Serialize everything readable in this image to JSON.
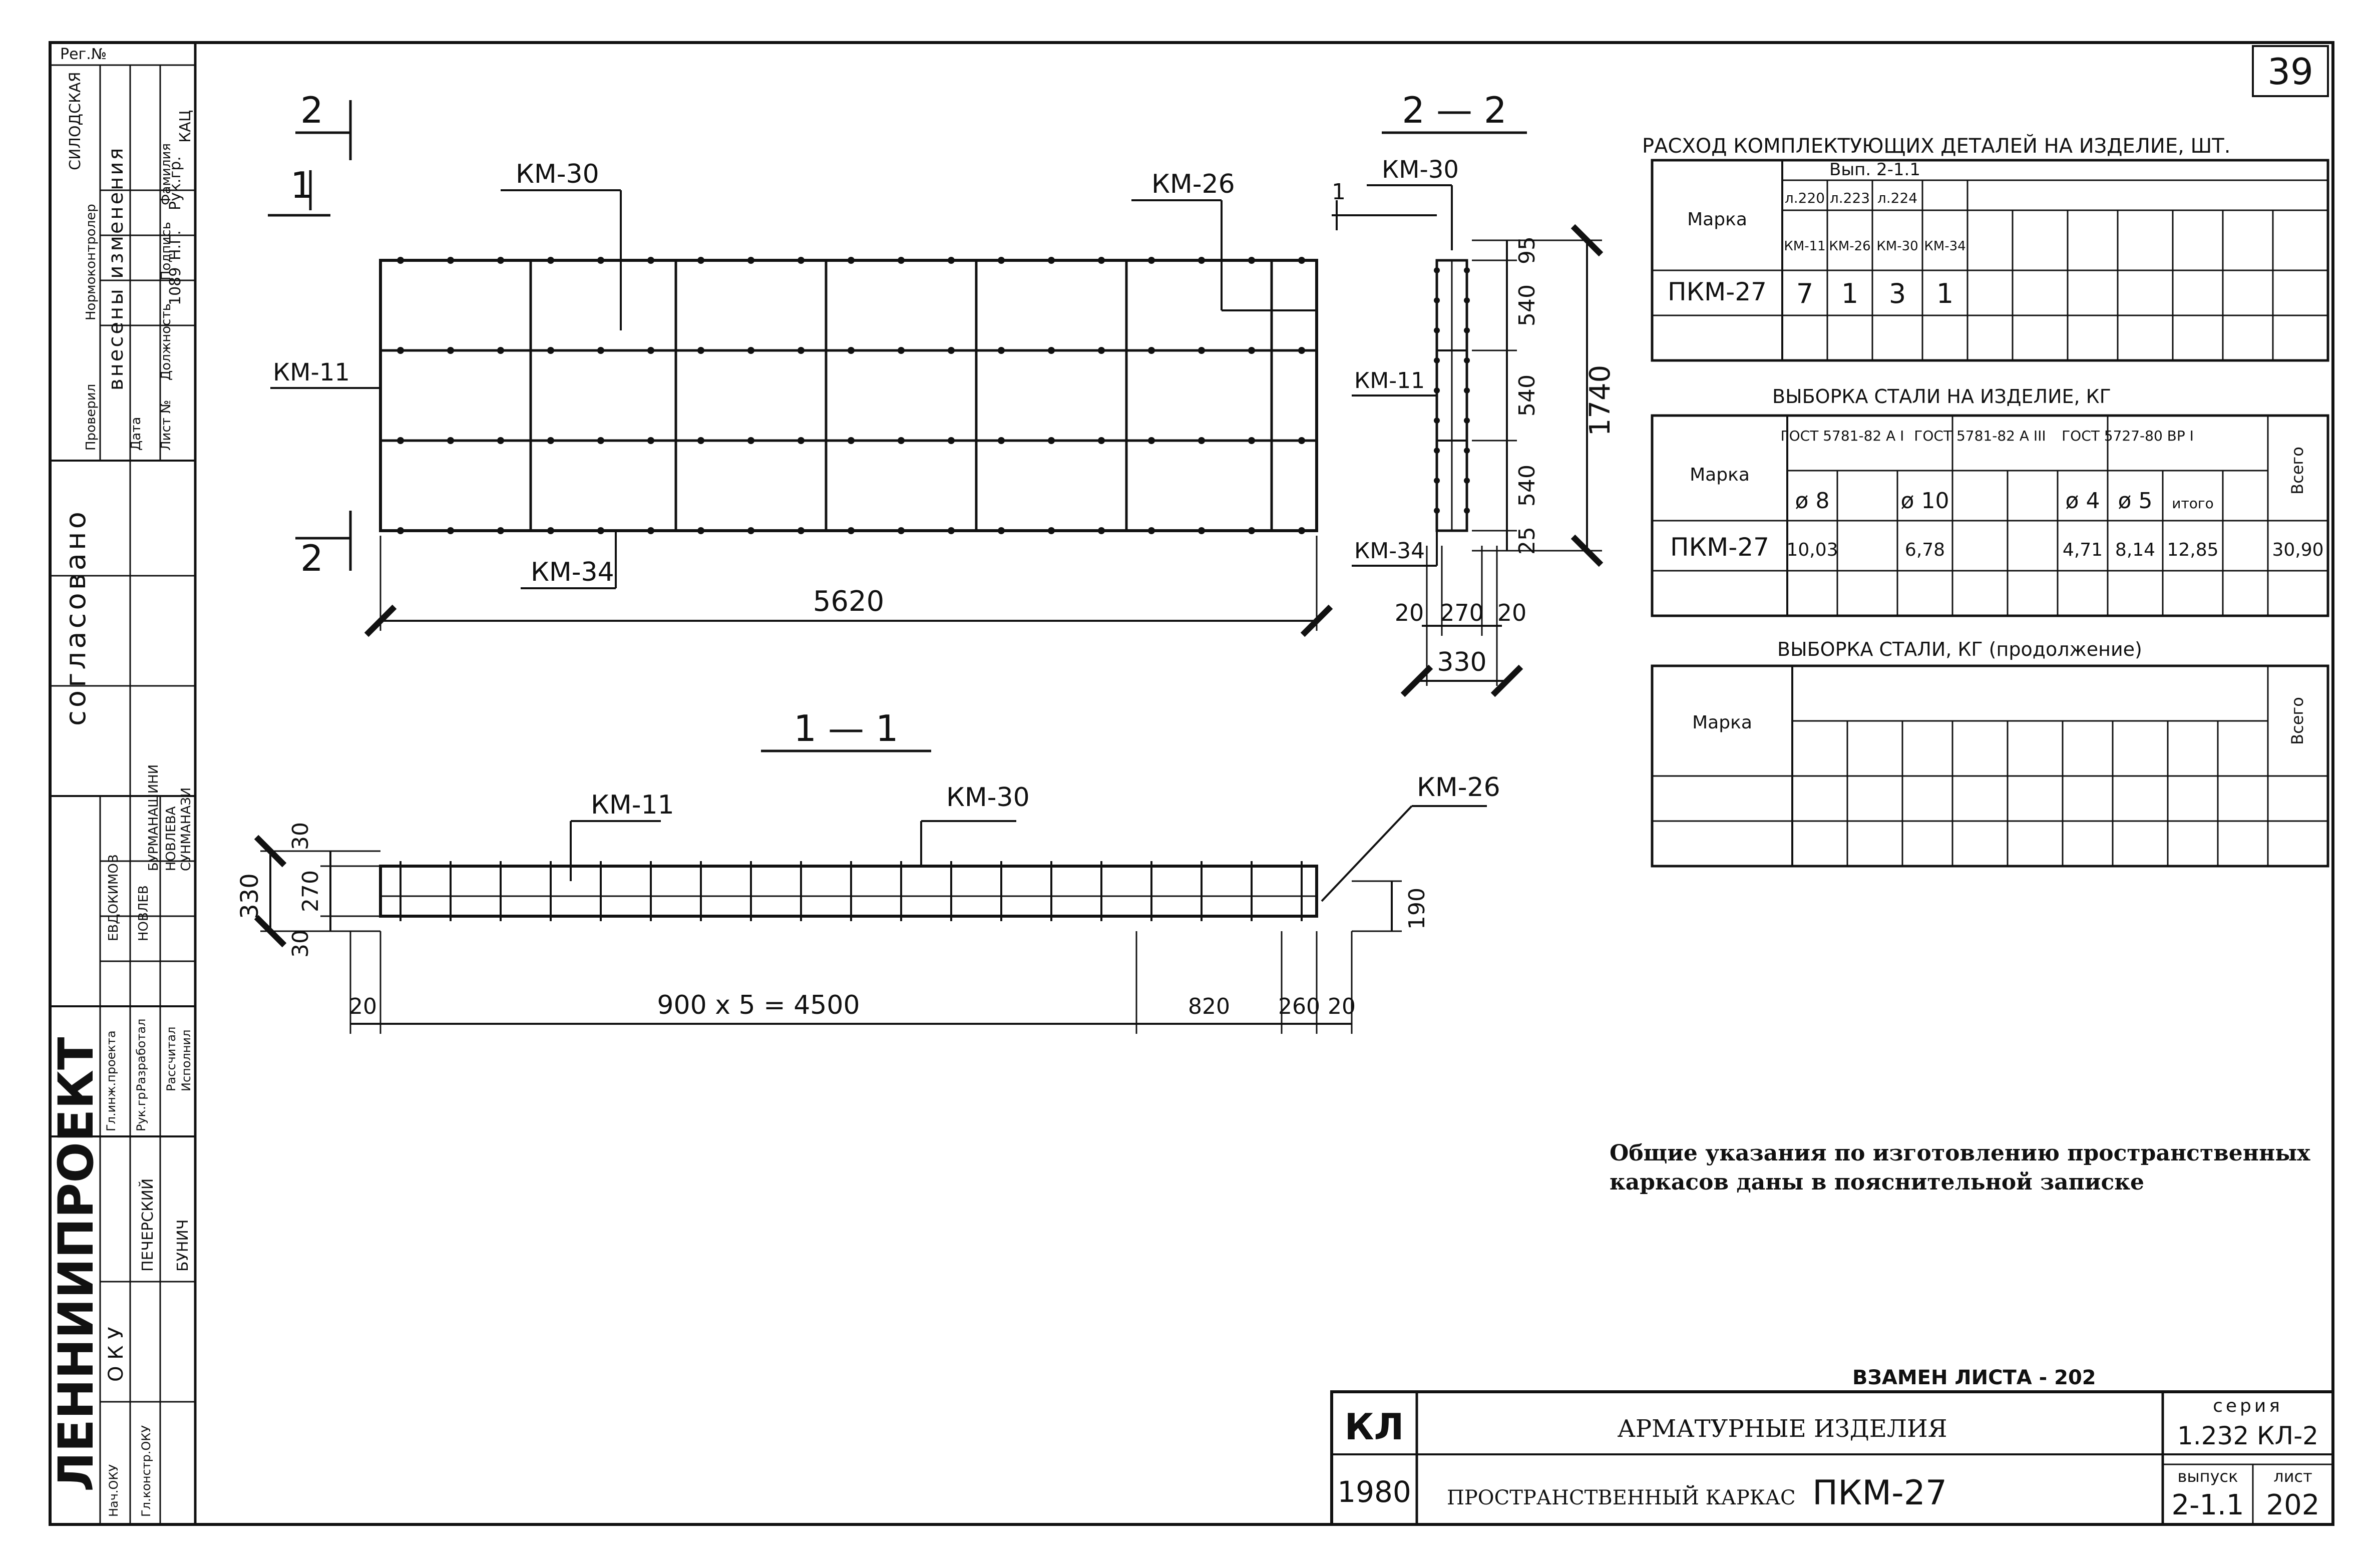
{
  "page_number": "39",
  "left_strip": {
    "reg_no_label": "Рег.№",
    "org_name": "ЛЕННИИПРОЕКТ",
    "dept": "О К У",
    "agreed": "согласовано",
    "changes_label": "внесены изменения",
    "top_cols": [
      "Проверил",
      "Нормоконтролер",
      "Дата",
      "Лист №",
      "Должность",
      "Подпись",
      "Фамилия"
    ],
    "top_entries": [
      "1089",
      "Н.Г.",
      "Рук.гр.",
      "КАЦ",
      "СИЛОДСКАЯ"
    ],
    "bottom_roles": [
      "Гл.инж.проекта",
      "Рук.гр.",
      "Разработал",
      "Рассчитал",
      "Исполнил"
    ],
    "bottom_names": [
      "ЕВДОКИМОВ",
      "НОВЛЕВ",
      "БУРМАНАШИНИ",
      "НОВЛЕВА",
      "СУНМАНАЗИ"
    ],
    "head_roles": [
      "Нач.ОКУ",
      "Гл.констр.ОКУ"
    ],
    "head_names": [
      "ПЕЧЕРСКИЙ",
      "БУНИЧ"
    ]
  },
  "drawing": {
    "plan": {
      "section_mark": "2",
      "section_mark_other": "1",
      "labels": {
        "km30": "КМ-30",
        "km26": "КМ-26",
        "km11": "КМ-11",
        "km34": "КМ-34"
      },
      "dim_length": "5620"
    },
    "section22": {
      "title": "2 — 2",
      "labels": {
        "km30": "КМ-30",
        "km11": "КМ-11",
        "km34": "КМ-34"
      },
      "dims_vertical": [
        "95",
        "540",
        "540",
        "540",
        "25"
      ],
      "dim_total": "1740",
      "dims_horizontal": [
        "20",
        "270",
        "20"
      ],
      "dim_width": "330"
    },
    "section11": {
      "title": "1 — 1",
      "labels": {
        "km11": "КМ-11",
        "km30": "КМ-30",
        "km26": "КМ-26"
      },
      "dims_left": [
        "330",
        "270",
        "30",
        "30"
      ],
      "dim_right": "190",
      "dims_bottom": [
        "20",
        "900 x 5 = 4500",
        "820",
        "260",
        "20"
      ]
    }
  },
  "tables": {
    "parts": {
      "title": "РАСХОД КОМПЛЕКТУЮЩИХ ДЕТАЛЕЙ НА ИЗДЕЛИЕ, ШТ.",
      "marka_label": "Марка",
      "group": "Вып. 2-1.1",
      "subgroups": [
        "л.220",
        "л.223",
        "л.224"
      ],
      "columns": [
        "КМ-11",
        "КМ-26",
        "КМ-30",
        "КМ-34"
      ],
      "row": {
        "mark": "ПКМ-27",
        "values": [
          "7",
          "1",
          "3",
          "1"
        ]
      }
    },
    "steel": {
      "title": "ВЫБОРКА СТАЛИ НА ИЗДЕЛИЕ, КГ",
      "marka_label": "Марка",
      "groups": [
        "ГОСТ 5781-82 А I",
        "ГОСТ 5781-82 А III",
        "ГОСТ 5727-80 ВР I"
      ],
      "sizes": [
        "ø 8",
        "ø 10",
        "ø 4",
        "ø 5",
        "итого"
      ],
      "total_label": "Всего",
      "row": {
        "mark": "ПКМ-27",
        "values": [
          "10,03",
          "6,78",
          "4,71",
          "8,14",
          "12,85",
          "30,90"
        ]
      }
    },
    "steel_cont": {
      "title": "ВЫБОРКА СТАЛИ, КГ (продолжение)",
      "marka_label": "Марка",
      "total_label": "Всего"
    }
  },
  "note_lines": [
    "Общие указания по изготовлению пространственных",
    "каркасов даны в пояснительной записке"
  ],
  "title_block": {
    "replace_note": "ВЗАМЕН ЛИСТА - 202",
    "code": "КЛ",
    "year": "1980",
    "title1": "АРМАТУРНЫЕ ИЗДЕЛИЯ",
    "title2": "ПРОСТРАНСТВЕННЫЙ КАРКАС",
    "mark": "ПКМ-27",
    "series_label": "серия",
    "series_value": "1.232 КЛ-2",
    "issue_label": "выпуск",
    "issue_value": "2-1.1",
    "sheet_label": "лист",
    "sheet_value": "202"
  }
}
